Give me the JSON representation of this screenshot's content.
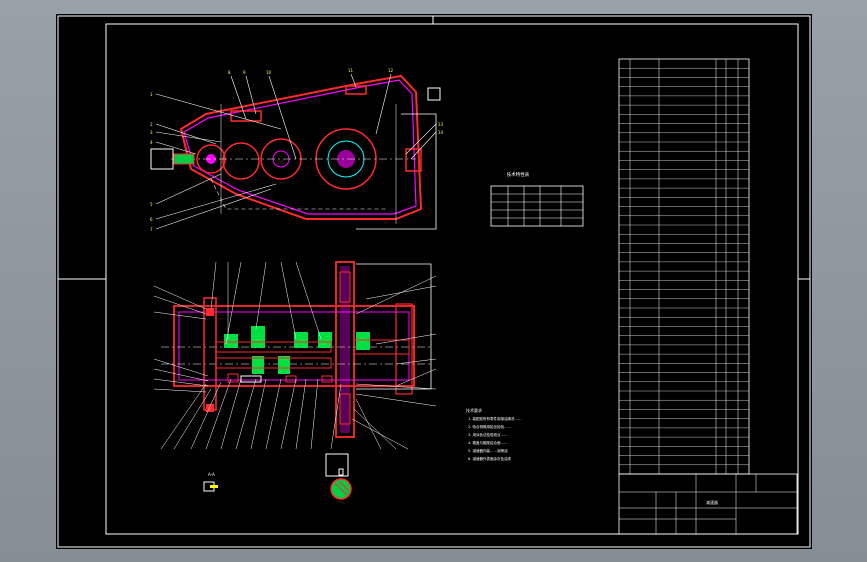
{
  "drawing": {
    "tech_table_title": "技术特性表",
    "tech_table": {
      "headers": [
        "",
        "",
        "",
        "",
        ""
      ],
      "rows": [
        [
          "",
          "",
          "",
          "",
          ""
        ],
        [
          "",
          "",
          "",
          "",
          ""
        ],
        [
          "",
          "",
          "",
          "",
          ""
        ],
        [
          "",
          "",
          "",
          "",
          ""
        ]
      ]
    },
    "tech_requirements_title": "技术要求",
    "tech_requirements": [
      "1. 装配前所有零件用煤油清洗……",
      "2. 啮合侧隙用铅丝检验……",
      "3. 用涂色法检验斑点……",
      "4. 箱盖与箱座结合面……",
      "5. 减速器内装……润滑油",
      "6. 减速器外表面涂灰色油漆"
    ],
    "title_block": {
      "name": "减速器",
      "school": "",
      "scale": "",
      "sheet": ""
    },
    "section_label": "A-A",
    "parts_list_row_count": 45
  },
  "colors": {
    "background": "#000000",
    "frame": "#ffffff",
    "outline": "#ff2020",
    "fill": "#ff00ff",
    "shaft": "#00ff00",
    "note": "#ffff00",
    "leader": "#ffffff",
    "dim": "#00ffff"
  }
}
